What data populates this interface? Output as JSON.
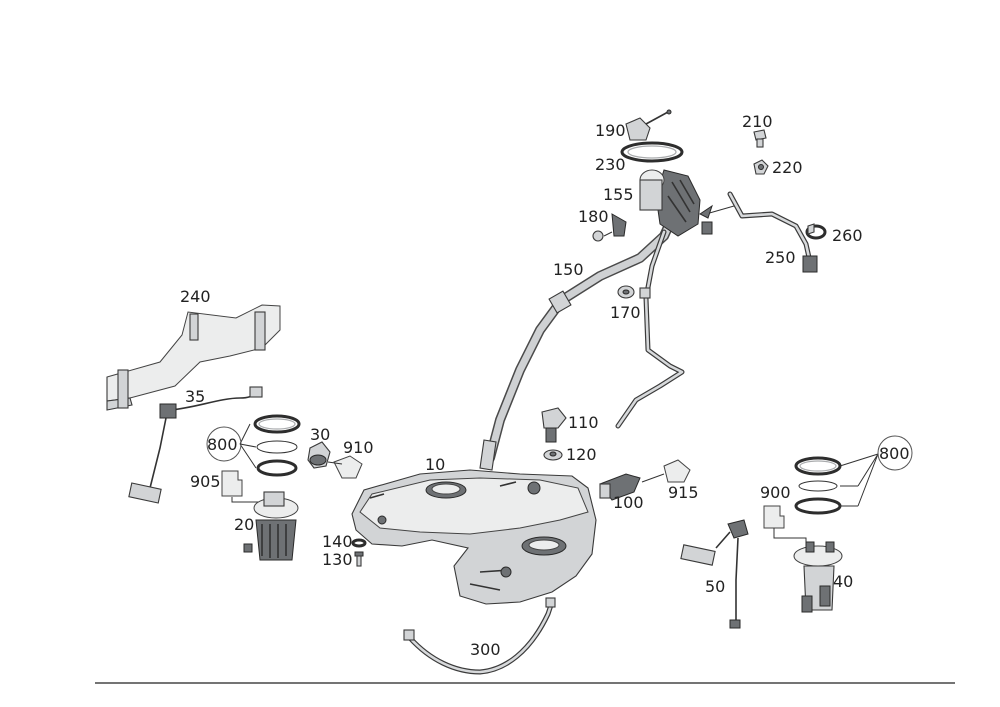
{
  "labels": {
    "l10": "10",
    "l20": "20",
    "l30": "30",
    "l35": "35",
    "l40": "40",
    "l50": "50",
    "l100": "100",
    "l110": "110",
    "l120": "120",
    "l130": "130",
    "l140": "140",
    "l150": "150",
    "l155": "155",
    "l170": "170",
    "l180": "180",
    "l190": "190",
    "l210": "210",
    "l220": "220",
    "l230": "230",
    "l240": "240",
    "l250": "250",
    "l260": "260",
    "l300": "300",
    "l800a": "800",
    "l800b": "800",
    "l900": "900",
    "l905": "905",
    "l910": "910",
    "l915": "915"
  }
}
